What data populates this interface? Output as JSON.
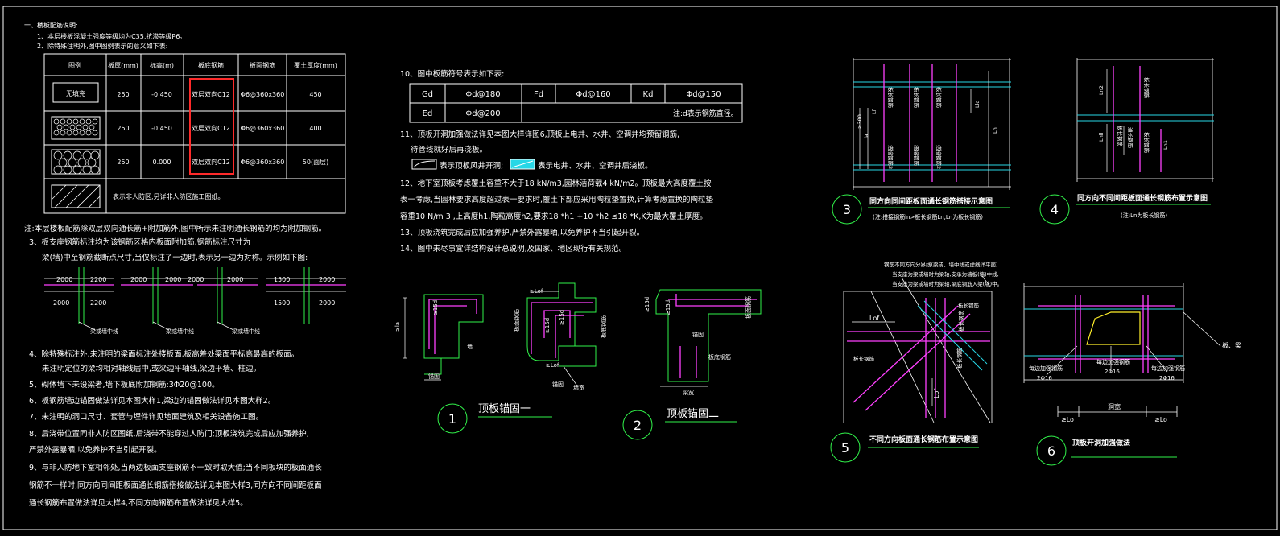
{
  "left_notes": {
    "heading": "一、楼板配筋说明:",
    "line1": "1、本层楼板混凝土强度等级均为C35,抗渗等级P6。",
    "line2": "2、除特殊注明外,图中图例表示的意义如下表:"
  },
  "legend_table": {
    "headers": [
      "图例",
      "板厚(mm)",
      "标高(m)",
      "板底钢筋",
      "板面钢筋",
      "覆土厚度(mm)"
    ],
    "rows": [
      {
        "pattern": "无填充",
        "thickness": "250",
        "elev": "-0.450",
        "rebar": "双层双向C12",
        "top": "Φ6@360x360",
        "soil": "450"
      },
      {
        "pattern": "",
        "thickness": "250",
        "elev": "-0.450",
        "rebar": "双层双向C12",
        "top": "Φ6@360x360",
        "soil": "400"
      },
      {
        "pattern": "",
        "thickness": "250",
        "elev": "0.000",
        "rebar": "双层双向C12",
        "top": "Φ6@360x360",
        "soil": "50(面层)"
      }
    ],
    "last_row_text": "表示非人防区,另详非人防区施工图纸。"
  },
  "notes_left": {
    "n_note": "注:本层楼板配筋除双层双向通长筋+附加筋外,图中所示未注明通长钢筋的均为附加钢筋。",
    "n3a": "3、板支座钢筋标注均为该钢筋区格内板面附加筋,钢筋标注尺寸为",
    "n3b": "梁(墙)中至钢筋截断点尺寸,当仅标注了一边时,表示另一边为对称。示例如下图:",
    "n4a": "4、除特殊标注外,未注明的梁面标注处楼板面,板高差处梁面平标高最高的板面。",
    "n4b": "未注明定位的梁均相对轴线居中,或梁边平轴线,梁边平墙、柱边。",
    "n5": "5、砌体墙下未设梁者,墙下板底附加钢筋:3Φ20@100。",
    "n6": "6、板钢筋墙边锚固做法详见本图大样1,梁边的锚固做法详见本图大样2。",
    "n7": "7、未注明的洞口尺寸、套管与埋件详见地面建筑及相关设备施工图。",
    "n8a": "8、后浇带位置同非人防区图纸,后浇带不能穿过人防门;顶板浇筑完成后应加强养护,",
    "n8b": "严禁外露暴晒,以免养护不当引起开裂。",
    "n9a": "9、与非人防地下室相邻处,当两边板面支座钢筋不一致时取大值;当不同板块的板面通长",
    "n9b": "钢筋不一样时,同方向同间距板面通长钢筋搭接做法详见本图大样3,同方向不同间距板面",
    "n9c": "通长钢筋布置做法详见大样4,不同方向钢筋布置做法详见大样5。"
  },
  "dims": {
    "a_top_l": "2000",
    "a_top_r": "2200",
    "a_bot_l": "2000",
    "a_bot_r": "2200",
    "b_top_l": "2000",
    "b_top_r": "2000",
    "c_top_l": "2000",
    "c_top_r": "2000",
    "d_top_l": "1500",
    "d_top_r": "2000",
    "d_bot_l": "1500",
    "d_bot_r": "2000",
    "axis1": "梁或墙中线",
    "axis2": "梁或墙中线",
    "axis3": "梁或墙中线"
  },
  "symbol_section": {
    "title10": "10、图中板筋符号表示如下表:",
    "cells": [
      [
        "Gd",
        "Φd@180",
        "Fd",
        "Φd@160",
        "Kd",
        "Φd@150"
      ],
      [
        "Ed",
        "Φd@200",
        "注:d表示钢筋直径。"
      ]
    ],
    "n11a": "11、顶板开洞加强做法详见本图大样详图6,顶板上电井、水井、空调井均预留钢筋,",
    "n11b": "待管线就好后再浇板。",
    "sym1": "表示顶板风井开洞;",
    "sym2": "表示电井、水井、空调井后浇板。",
    "n12a": "12、地下室顶板考虑覆土容重不大于18 kN/m3,园林活荷载4 kN/m2。顶板最大高度覆土按",
    "n12b": "表一考虑,当园林要求高度超过表一要求时,覆土下部应采用陶粒垫置换,计算考虑置换的陶粒垫",
    "n12c": "容重10 N/m 3 ,上高度h1,陶粒高度h2,要求18 *h1 +10 *h2 ≤18 *K,K为最大覆土厚度。",
    "n13": "13、顶板浇筑完成后应加强养护,严禁外露暴晒,以免养护不当引起开裂。",
    "n14": "14、图中未尽事宜详结构设计总说明,及国家、地区现行有关规范。"
  },
  "details": {
    "d1": {
      "num": "1",
      "title": "顶板锚固一",
      "lab1": "≥la",
      "lab2": "≥15d",
      "lab3": "墙",
      "lab4": "锚固"
    },
    "d1b": {
      "lab_lof": "≥Lof",
      "lab_15d": "≥15d",
      "lab_15d2": "≥15d",
      "lab_beam": "板面钢筋",
      "lab_lof2": "≥Lof",
      "lab_wall": "板底钢筋",
      "lab_b": "锚固",
      "lab_c": "墙宽"
    },
    "d2": {
      "num": "2",
      "title": "顶板锚固二",
      "lab1": "≥15d",
      "lab2": "≥15d",
      "lab3": "梁宽",
      "lab4": "锚固",
      "lab5": "板面钢筋",
      "lab6": "板底钢筋"
    },
    "d3": {
      "num": "3",
      "title": "同方向同间距板面通长钢筋搭接示意图",
      "sub": "(注:搭接钢筋ln>板长钢筋Ln,Ln为板长钢筋)",
      "lab_ln": "Ln",
      "lab_lld": "Lld",
      "lab_300": "≥300",
      "lab_la": "la",
      "lab_lf": "Lf",
      "r1": "板长钢筋",
      "r2": "板长钢筋",
      "r3": "板长钢筋",
      "r4": "搭接钢筋2",
      "r5": "搭接钢筋",
      "r6": "搭接钢筋2"
    },
    "d4": {
      "num": "4",
      "title": "同方向不同间距板面通长钢筋布置示意图",
      "sub": "(注:Ln为板长钢筋)",
      "lab_ln2": "Ln2",
      "lab_ln1": "Ln1",
      "lab_lnll": "Lnll",
      "r1": "板长钢筋",
      "r2": "板长钢筋",
      "r3": "通长钢筋",
      "r4": "板长钢筋"
    },
    "d5": {
      "num": "5",
      "title": "不同方向板面通长钢筋布置示意图",
      "note1": "钢筋不同方向分界线(梁或、墙中线或虚线详平面)",
      "note2": "当支座为梁或墙时为梁轴,支承为墙板(墙)中线,",
      "note3": "当支座为梁或墙时为梁轴,梁底钢筋入梁(墙)中。",
      "lab_lof": "Lof",
      "lab_lof2": "Lof",
      "r1": "板长钢筋",
      "r2": "板长钢筋",
      "r3": "板长钢筋",
      "r4": "板长钢筋"
    },
    "d6": {
      "num": "6",
      "title": "顶板开洞加强做法",
      "lab_a": "每边加强钢筋",
      "lab_a2": "2Φ16",
      "lab_b": "每边加强钢筋",
      "lab_b2": "2Φ16",
      "lab_c": "每边加强钢筋",
      "lab_c2": "2Φ16",
      "lab_lo1": "≥Lo",
      "lab_w": "洞宽",
      "lab_lo2": "≥Lo",
      "lab_jian": "板、梁"
    }
  }
}
